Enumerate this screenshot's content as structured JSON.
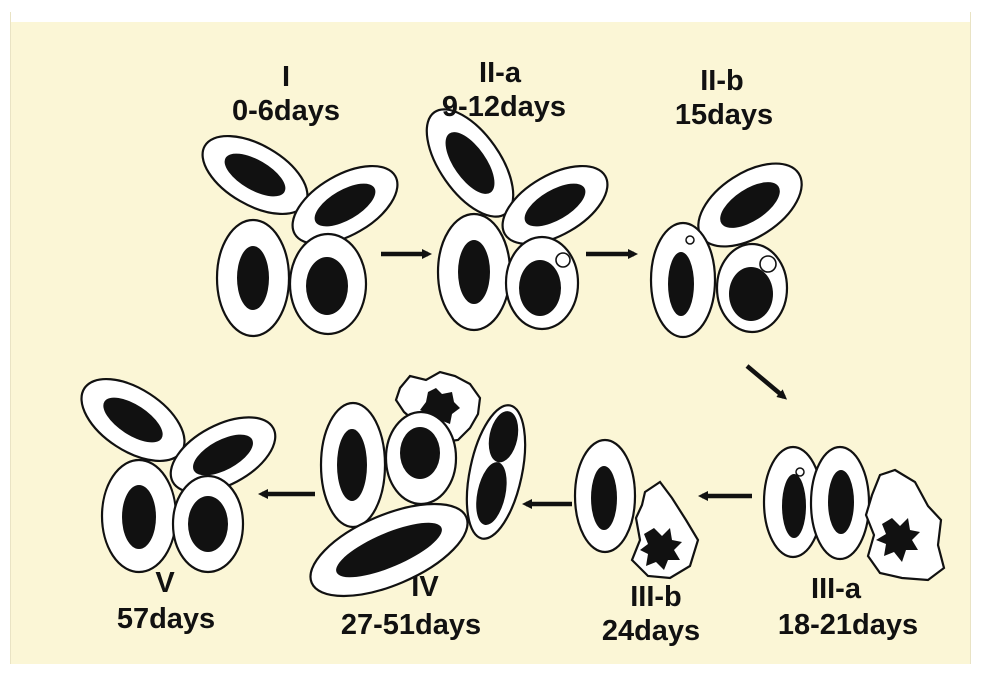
{
  "stages": [
    {
      "id": "I",
      "name": "I",
      "time": "0-6days"
    },
    {
      "id": "IIa",
      "name": "II-a",
      "time": "9-12days"
    },
    {
      "id": "IIb",
      "name": "II-b",
      "time": "15days"
    },
    {
      "id": "IIIa",
      "name": "III-a",
      "time": "18-21days"
    },
    {
      "id": "IIIb",
      "name": "III-b",
      "time": "24days"
    },
    {
      "id": "IV",
      "name": "IV",
      "time": "27-51days"
    },
    {
      "id": "V",
      "name": "V",
      "time": "57days"
    }
  ]
}
